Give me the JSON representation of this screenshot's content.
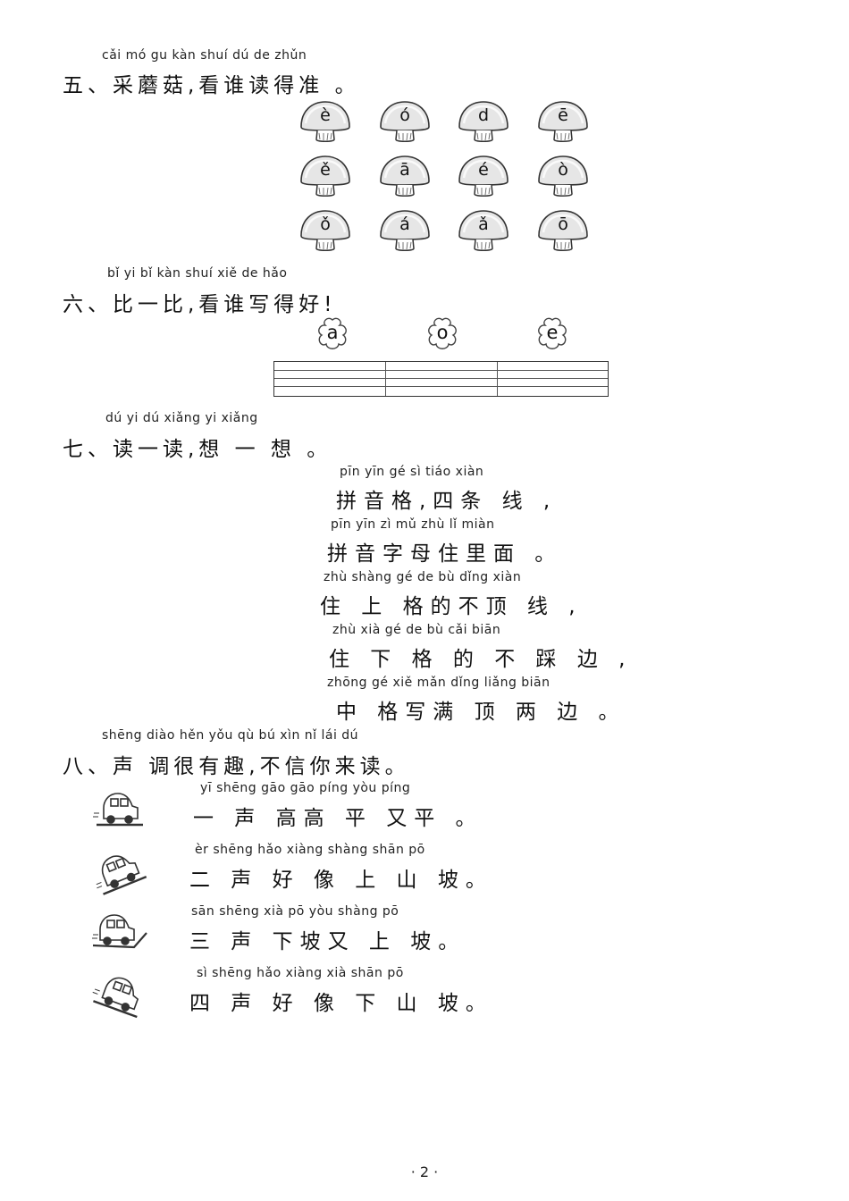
{
  "sec5": {
    "pinyin": "cǎi mó  gu      kàn shuí dú   de  zhǔn",
    "title": "五、采蘑菇,看谁读得准 。",
    "mushrooms": [
      "è",
      "ó",
      "d",
      "ē",
      "ě",
      "ā",
      "é",
      "ò",
      "ǒ",
      "á",
      "ǎ",
      "ō"
    ]
  },
  "sec6": {
    "pinyin": "bǐ   yi  bǐ      kàn shuí xiě  de  hǎo",
    "title": "六、比一比,看谁写得好!",
    "letters": [
      "a",
      "o",
      "e"
    ]
  },
  "sec7": {
    "pinyin": "dú   yi   dú      xiǎng  yi  xiǎng",
    "title": "七、读一读,想 一 想 。",
    "lines": [
      {
        "py": "pīn  yīn  gé       sì  tiáo xiàn",
        "hz": "拼音格,四条 线 ,"
      },
      {
        "py": "pīn  yīn   zì    mǔ  zhù   lǐ  miàn",
        "hz": "拼音字母住里面 。"
      },
      {
        "py": "zhù shàng  gé    de   bù  dǐng xiàn",
        "hz": "住 上 格的不顶 线 ,"
      },
      {
        "py": "zhù  xià   gé    de   bù  cǎi biān",
        "hz": "住 下 格 的 不 踩 边 ,"
      },
      {
        "py": "zhōng  gé   xiě  mǎn dǐng liǎng biān",
        "hz": "中 格写满 顶 两 边 。"
      }
    ]
  },
  "sec8": {
    "pinyin": "shēng diào hěn yǒu  qù        bú  xìn   nǐ   lái  dú",
    "title": "八、声 调很有趣,不信你来读。",
    "lines": [
      {
        "py": "yī  shēng gāo gāo píng yòu píng",
        "hz": "一 声 高高 平 又平 。"
      },
      {
        "py": "èr  shēng hǎo xiàng shàng shān  pō",
        "hz": "二 声 好 像 上 山 坡。"
      },
      {
        "py": "sān shēng xià  pō  yòu shàng  pō",
        "hz": "三 声 下坡又 上 坡。"
      },
      {
        "py": "sì  shēng hǎo xiàng xià  shān  pō",
        "hz": "四 声 好 像 下 山 坡。"
      }
    ]
  },
  "page_number": "· 2 ·"
}
